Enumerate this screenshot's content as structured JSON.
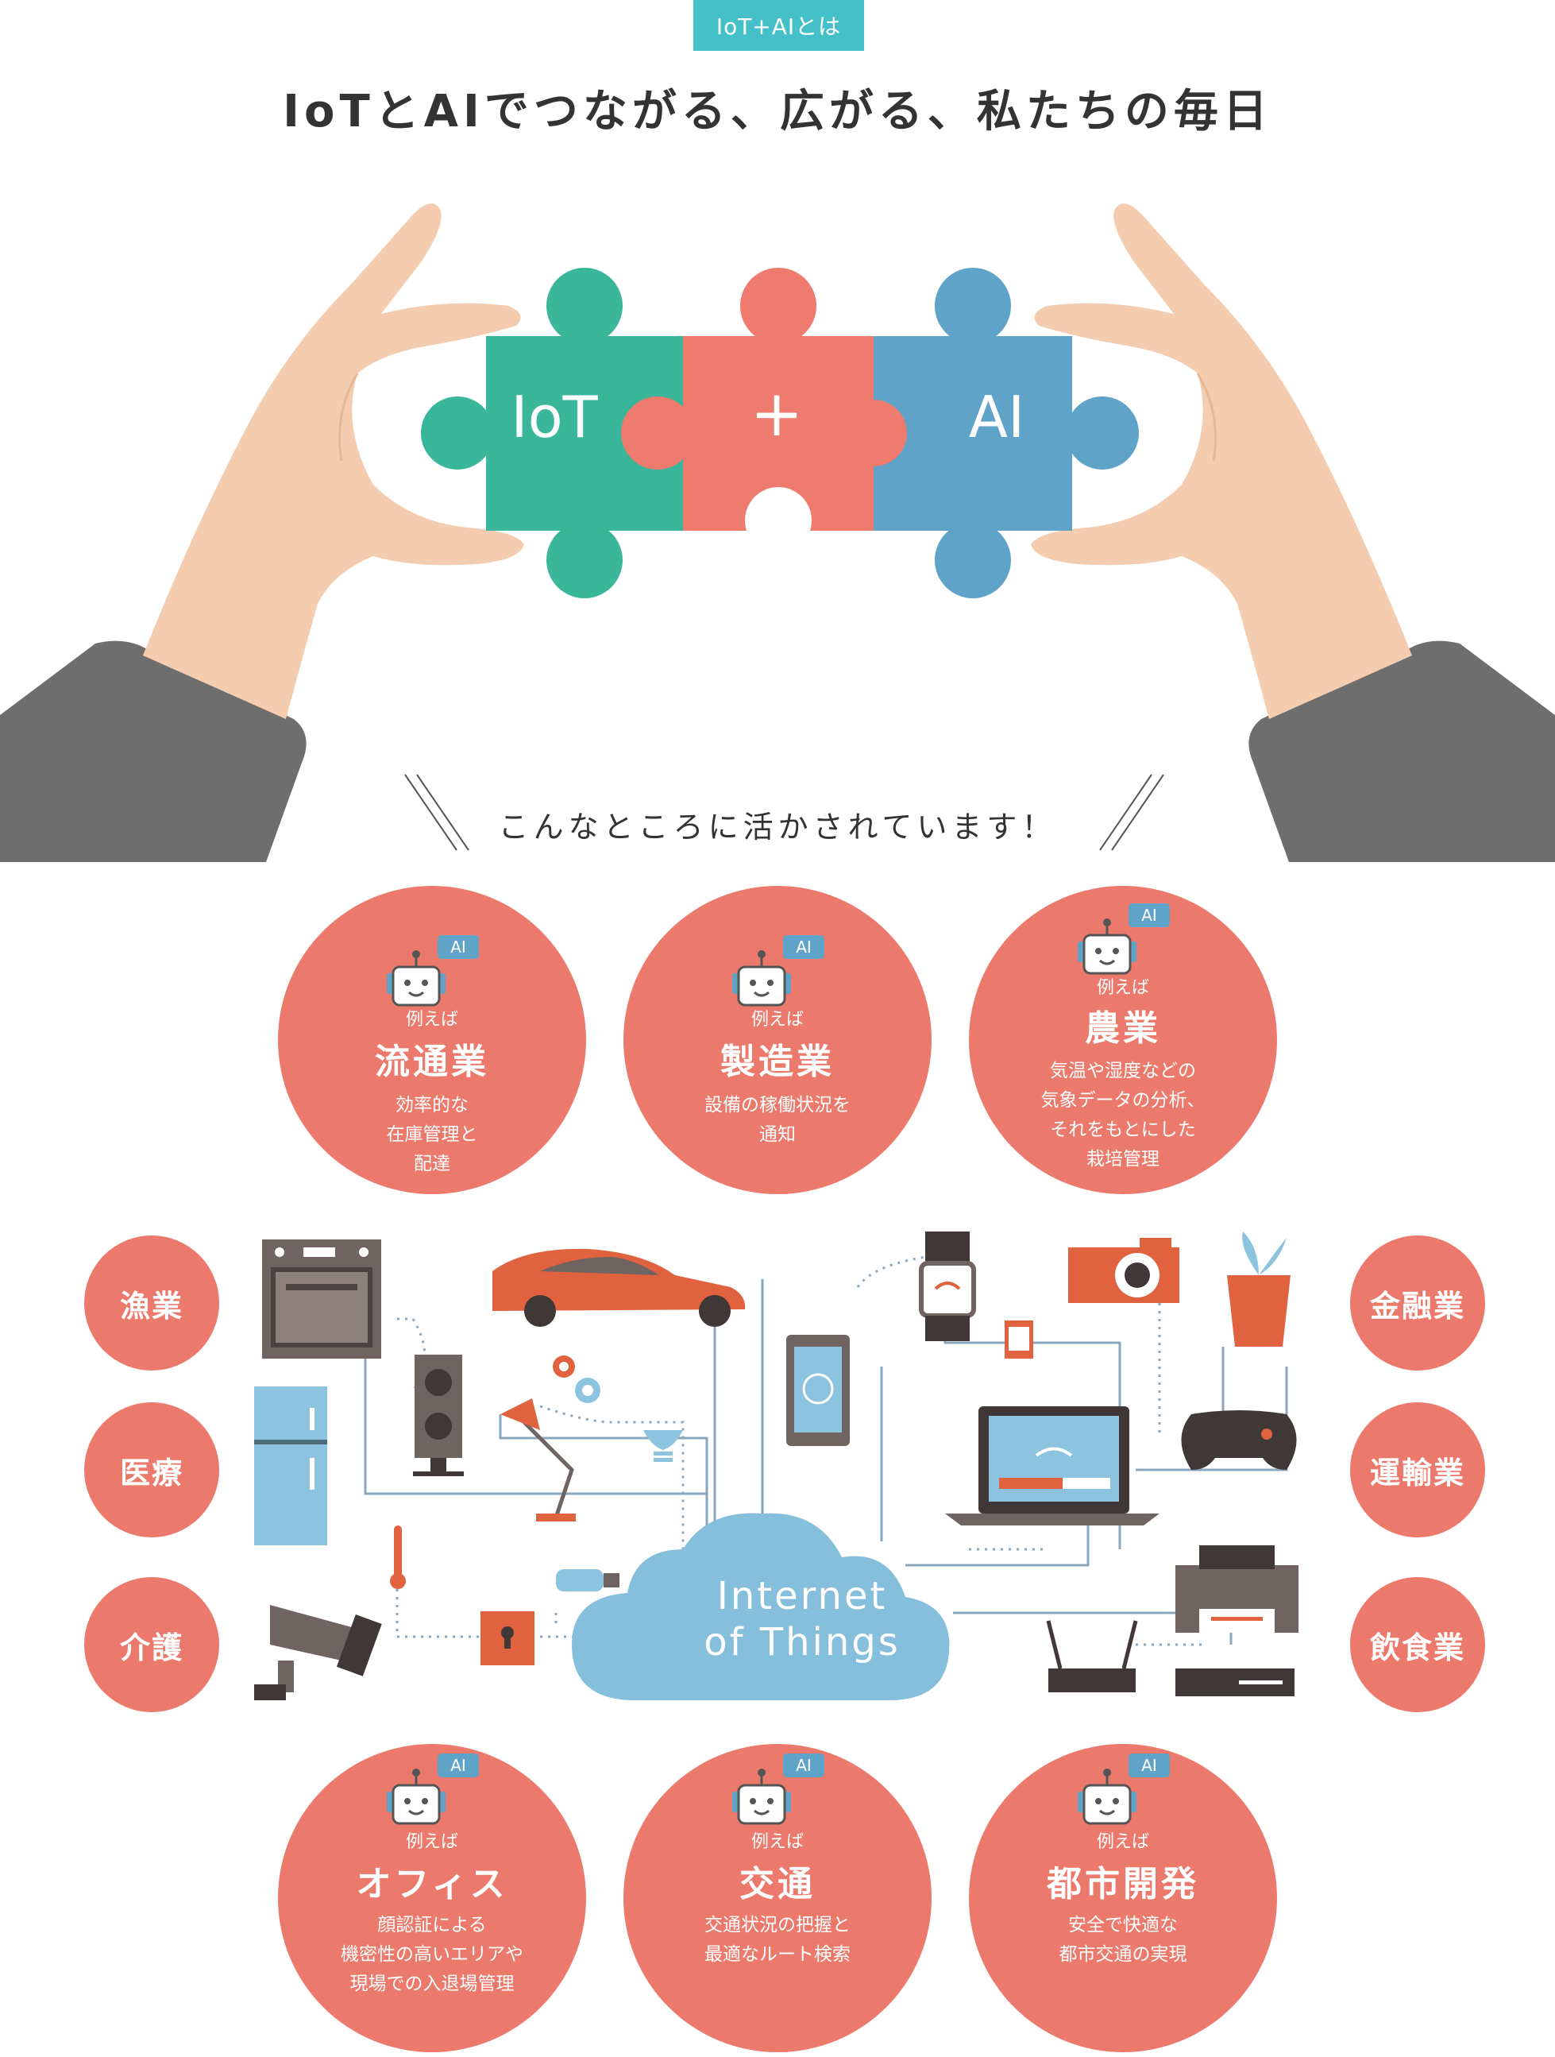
{
  "header": {
    "tag": "IoT+AIとは",
    "title": "IoTとAIでつながる、広がる、私たちの毎日"
  },
  "puzzle": {
    "left_label": "IoT",
    "middle_label": "+",
    "right_label": "AI"
  },
  "subtitle": "こんなところに活かされています！",
  "robot_badge": "AI",
  "example_prefix": "例えば",
  "top_circles": [
    {
      "name": "流通業",
      "lines": [
        "効率的な",
        "在庫管理と",
        "配達"
      ]
    },
    {
      "name": "製造業",
      "lines": [
        "設備の稼働状況を",
        "通知"
      ]
    },
    {
      "name": "農業",
      "lines": [
        "気温や湿度などの",
        "気象データの分析、",
        "それをもとにした",
        "栽培管理"
      ]
    }
  ],
  "left_circles": [
    "漁業",
    "医療",
    "介護"
  ],
  "right_circles": [
    "金融業",
    "運輸業",
    "飲食業"
  ],
  "cloud": {
    "line1": "Internet",
    "line2": "of Things"
  },
  "bottom_circles": [
    {
      "name": "オフィス",
      "lines": [
        "顔認証による",
        "機密性の高いエリアや",
        "現場での入退場管理"
      ]
    },
    {
      "name": "交通",
      "lines": [
        "交通状況の把握と",
        "最適なルート検索"
      ]
    },
    {
      "name": "都市開発",
      "lines": [
        "安全で快適な",
        "都市交通の実現"
      ]
    }
  ],
  "colors": {
    "teal": "#46c0c8",
    "coral": "#ec7a6c",
    "green_piece": "#3ab79a",
    "red_piece": "#ee7b6e",
    "blue_piece": "#5fa3c9",
    "skin": "#f4cdb0",
    "sleeve": "#6e6e6e",
    "cloud": "#86bfdb"
  }
}
